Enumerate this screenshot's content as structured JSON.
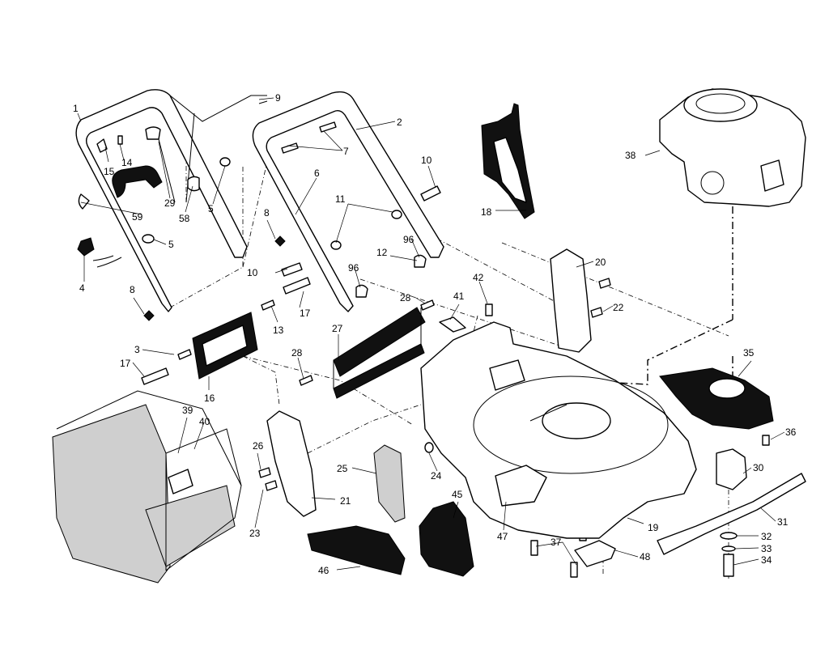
{
  "callouts": {
    "c1": "1",
    "c2": "2",
    "c3": "3",
    "c4": "4",
    "c5a": "5",
    "c5b": "5",
    "c6": "6",
    "c7": "7",
    "c8a": "8",
    "c8b": "8",
    "c9": "9",
    "c10a": "10",
    "c10b": "10",
    "c11": "11",
    "c12": "12",
    "c13": "13",
    "c14": "14",
    "c15": "15",
    "c16": "16",
    "c17a": "17",
    "c17b": "17",
    "c18": "18",
    "c19": "19",
    "c20": "20",
    "c21": "21",
    "c22": "22",
    "c23": "23",
    "c24": "24",
    "c25": "25",
    "c26": "26",
    "c27": "27",
    "c28a": "28",
    "c28b": "28",
    "c29": "29",
    "c30": "30",
    "c31": "31",
    "c32": "32",
    "c33": "33",
    "c34": "34",
    "c35": "35",
    "c36": "36",
    "c37": "37",
    "c38": "38",
    "c39": "39",
    "c40": "40",
    "c41": "41",
    "c42": "42",
    "c45": "45",
    "c46": "46",
    "c47": "47",
    "c48": "48",
    "c58": "58",
    "c59": "59",
    "c96a": "96",
    "c96b": "96"
  }
}
